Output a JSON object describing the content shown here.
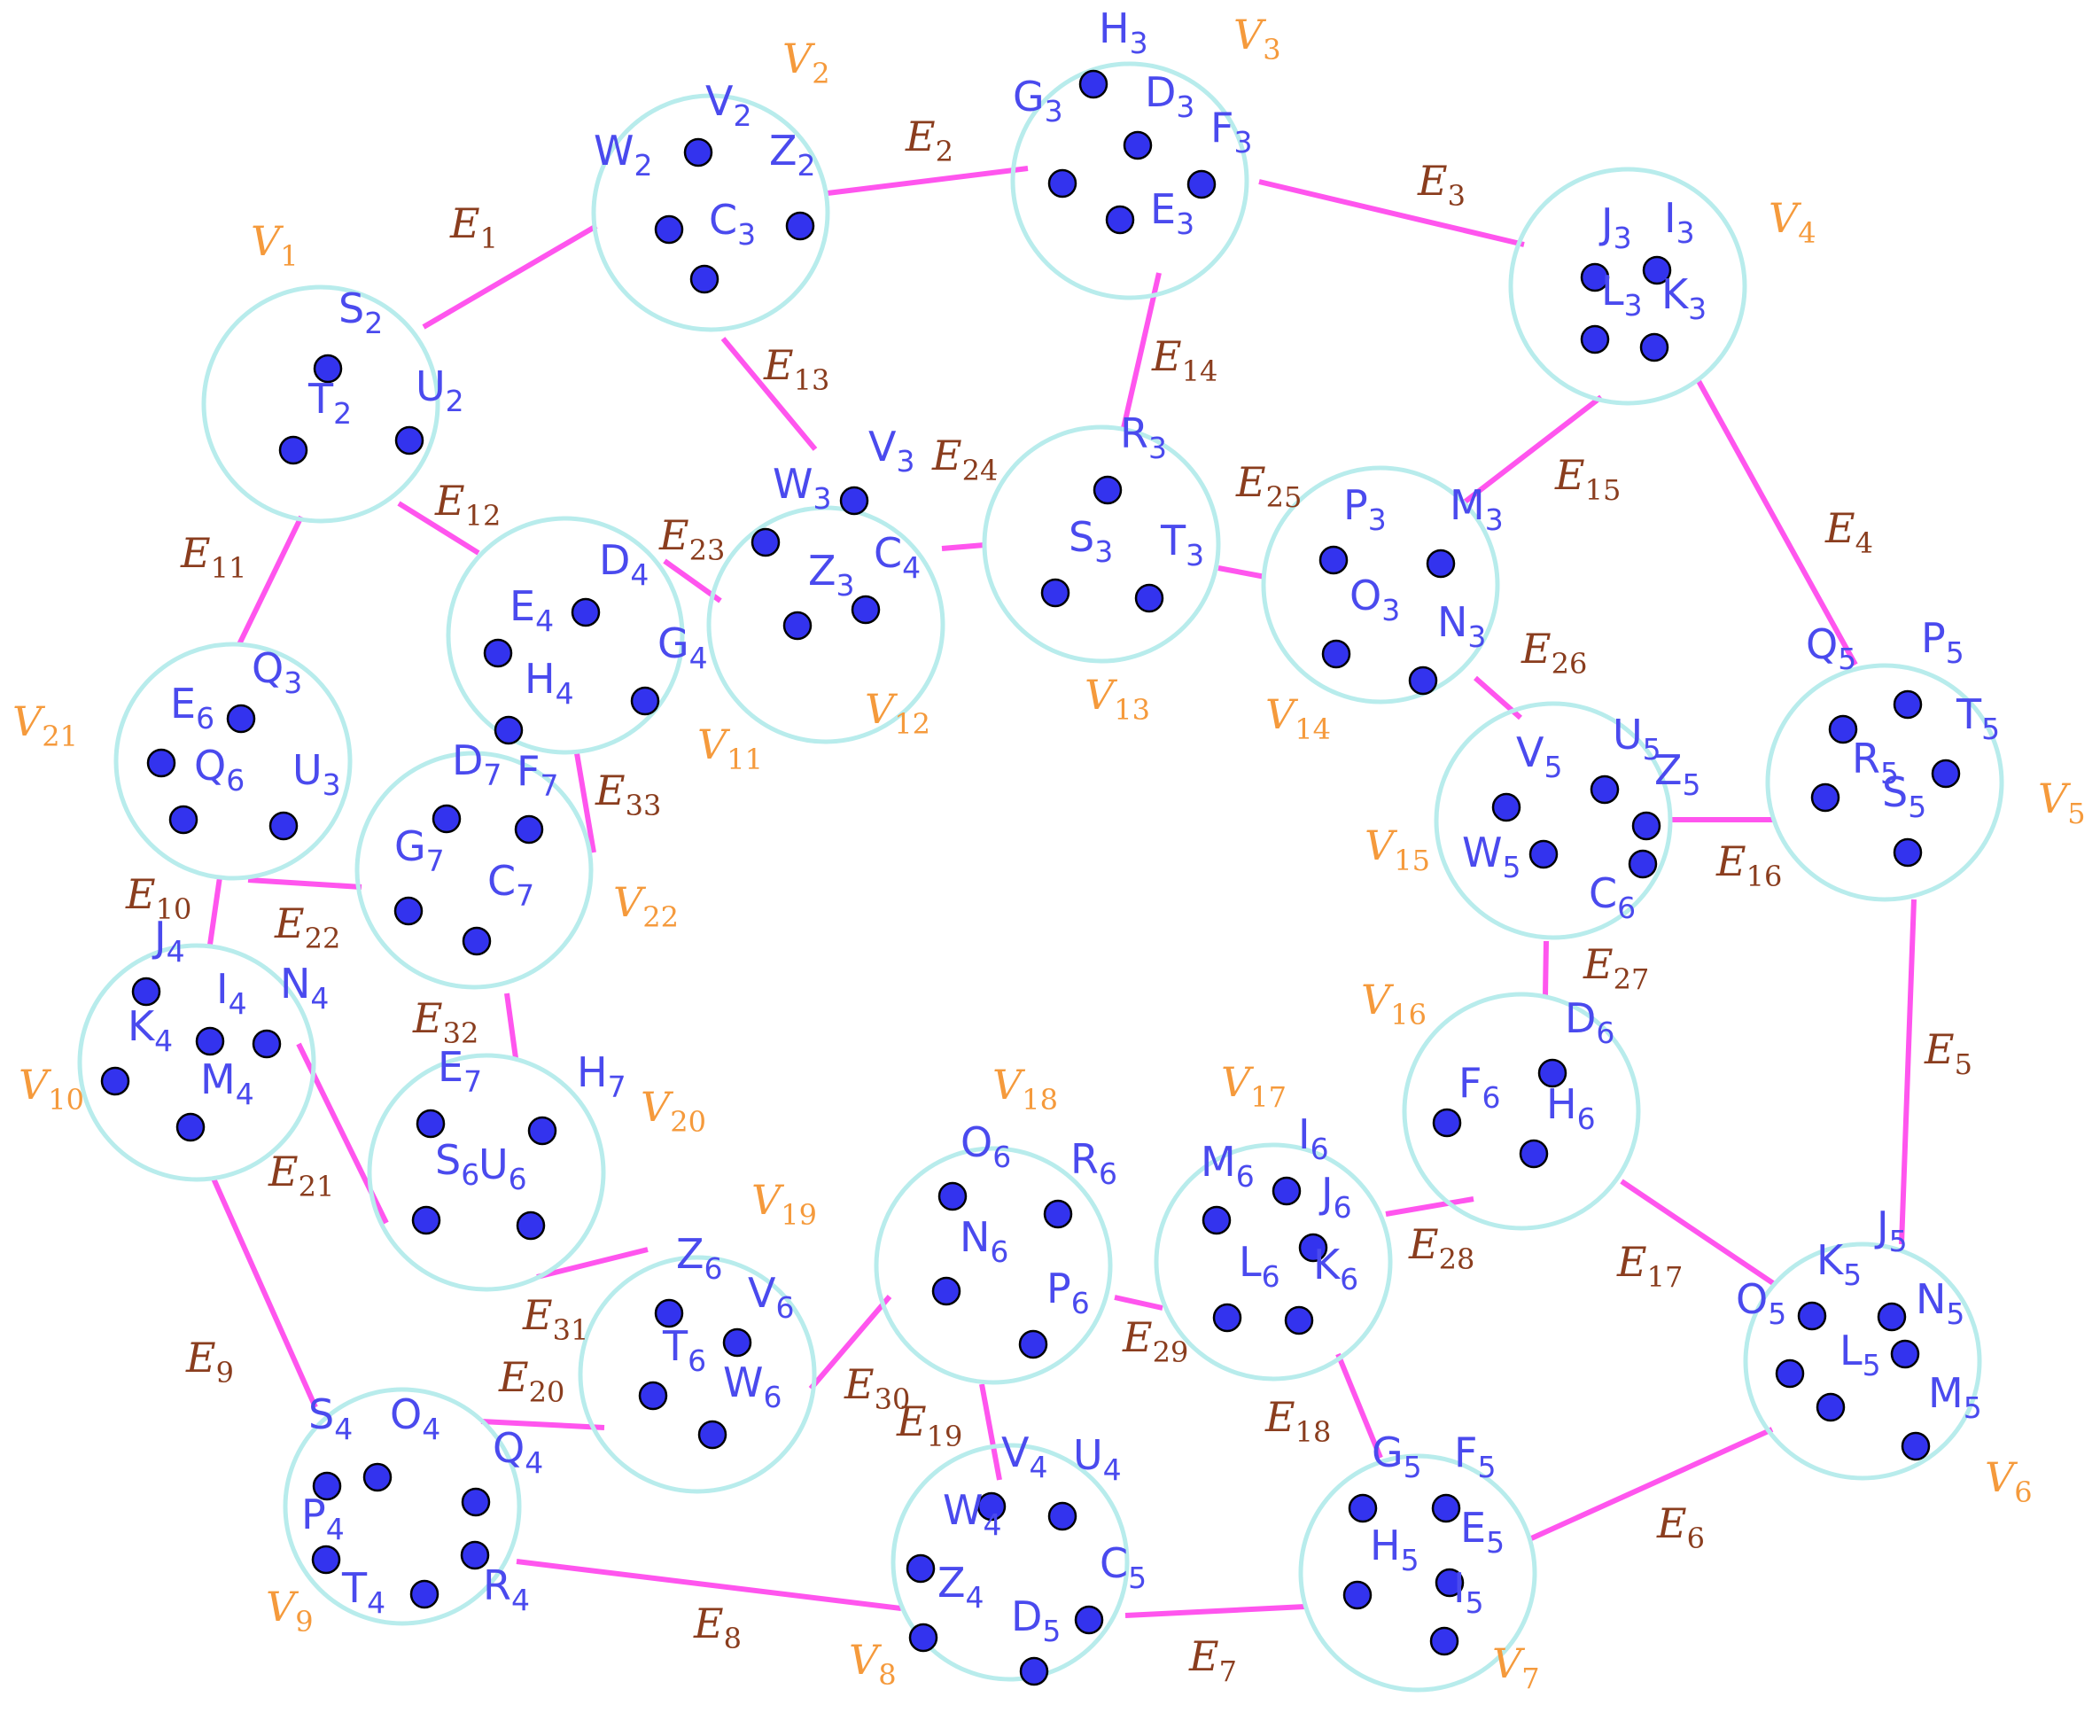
{
  "colors": {
    "edge": "#ff55ee",
    "circle": "#b8ecec",
    "dot": "#3333ee",
    "node_label": "#4a4aee",
    "vertex_label": "#f59a3c",
    "edge_label": "#8a3d1e"
  },
  "vertices": [
    {
      "id": "V1",
      "label": "V",
      "sub": "1",
      "nodes": [
        {
          "letter": "S",
          "sub": "2"
        },
        {
          "letter": "T",
          "sub": "2"
        },
        {
          "letter": "U",
          "sub": "2"
        }
      ]
    },
    {
      "id": "V2",
      "label": "V",
      "sub": "2",
      "nodes": [
        {
          "letter": "V",
          "sub": "2"
        },
        {
          "letter": "W",
          "sub": "2"
        },
        {
          "letter": "Z",
          "sub": "2"
        },
        {
          "letter": "C",
          "sub": "3"
        }
      ]
    },
    {
      "id": "V3",
      "label": "V",
      "sub": "3",
      "nodes": [
        {
          "letter": "H",
          "sub": "3"
        },
        {
          "letter": "G",
          "sub": "3"
        },
        {
          "letter": "D",
          "sub": "3"
        },
        {
          "letter": "F",
          "sub": "3"
        },
        {
          "letter": "E",
          "sub": "3"
        }
      ]
    },
    {
      "id": "V4",
      "label": "V",
      "sub": "4",
      "nodes": [
        {
          "letter": "J",
          "sub": "3"
        },
        {
          "letter": "I",
          "sub": "3"
        },
        {
          "letter": "L",
          "sub": "3"
        },
        {
          "letter": "K",
          "sub": "3"
        }
      ]
    },
    {
      "id": "V5",
      "label": "V",
      "sub": "5",
      "nodes": [
        {
          "letter": "Q",
          "sub": "5"
        },
        {
          "letter": "P",
          "sub": "5"
        },
        {
          "letter": "T",
          "sub": "5"
        },
        {
          "letter": "R",
          "sub": "5"
        },
        {
          "letter": "S",
          "sub": "5"
        }
      ]
    },
    {
      "id": "V6",
      "label": "V",
      "sub": "6",
      "nodes": [
        {
          "letter": "K",
          "sub": "5"
        },
        {
          "letter": "J",
          "sub": "5"
        },
        {
          "letter": "N",
          "sub": "5"
        },
        {
          "letter": "O",
          "sub": "5"
        },
        {
          "letter": "L",
          "sub": "5"
        },
        {
          "letter": "M",
          "sub": "5"
        }
      ]
    },
    {
      "id": "V7",
      "label": "V",
      "sub": "7",
      "nodes": [
        {
          "letter": "G",
          "sub": "5"
        },
        {
          "letter": "F",
          "sub": "5"
        },
        {
          "letter": "H",
          "sub": "5"
        },
        {
          "letter": "E",
          "sub": "5"
        },
        {
          "letter": "I",
          "sub": "5"
        }
      ]
    },
    {
      "id": "V8",
      "label": "V",
      "sub": "8",
      "nodes": [
        {
          "letter": "V",
          "sub": "4"
        },
        {
          "letter": "U",
          "sub": "4"
        },
        {
          "letter": "W",
          "sub": "4"
        },
        {
          "letter": "C",
          "sub": "5"
        },
        {
          "letter": "Z",
          "sub": "4"
        },
        {
          "letter": "D",
          "sub": "5"
        }
      ]
    },
    {
      "id": "V9",
      "label": "V",
      "sub": "9",
      "nodes": [
        {
          "letter": "S",
          "sub": "4"
        },
        {
          "letter": "O",
          "sub": "4"
        },
        {
          "letter": "Q",
          "sub": "4"
        },
        {
          "letter": "P",
          "sub": "4"
        },
        {
          "letter": "R",
          "sub": "4"
        },
        {
          "letter": "T",
          "sub": "4"
        }
      ]
    },
    {
      "id": "V10",
      "label": "V",
      "sub": "10",
      "nodes": [
        {
          "letter": "J",
          "sub": "4"
        },
        {
          "letter": "I",
          "sub": "4"
        },
        {
          "letter": "N",
          "sub": "4"
        },
        {
          "letter": "K",
          "sub": "4"
        },
        {
          "letter": "M",
          "sub": "4"
        }
      ]
    },
    {
      "id": "V11",
      "label": "V",
      "sub": "11",
      "nodes": [
        {
          "letter": "D",
          "sub": "4"
        },
        {
          "letter": "E",
          "sub": "4"
        },
        {
          "letter": "G",
          "sub": "4"
        },
        {
          "letter": "H",
          "sub": "4"
        }
      ]
    },
    {
      "id": "V12",
      "label": "V",
      "sub": "12",
      "nodes": [
        {
          "letter": "V",
          "sub": "3"
        },
        {
          "letter": "W",
          "sub": "3"
        },
        {
          "letter": "C",
          "sub": "4"
        },
        {
          "letter": "Z",
          "sub": "3"
        }
      ]
    },
    {
      "id": "V13",
      "label": "V",
      "sub": "13",
      "nodes": [
        {
          "letter": "R",
          "sub": "3"
        },
        {
          "letter": "S",
          "sub": "3"
        },
        {
          "letter": "T",
          "sub": "3"
        }
      ]
    },
    {
      "id": "V14",
      "label": "V",
      "sub": "14",
      "nodes": [
        {
          "letter": "P",
          "sub": "3"
        },
        {
          "letter": "M",
          "sub": "3"
        },
        {
          "letter": "O",
          "sub": "3"
        },
        {
          "letter": "N",
          "sub": "3"
        }
      ]
    },
    {
      "id": "V15",
      "label": "V",
      "sub": "15",
      "nodes": [
        {
          "letter": "V",
          "sub": "5"
        },
        {
          "letter": "U",
          "sub": "5"
        },
        {
          "letter": "Z",
          "sub": "5"
        },
        {
          "letter": "W",
          "sub": "5"
        },
        {
          "letter": "C",
          "sub": "6"
        }
      ]
    },
    {
      "id": "V16",
      "label": "V",
      "sub": "16",
      "nodes": [
        {
          "letter": "D",
          "sub": "6"
        },
        {
          "letter": "F",
          "sub": "6"
        },
        {
          "letter": "H",
          "sub": "6"
        }
      ]
    },
    {
      "id": "V17",
      "label": "V",
      "sub": "17",
      "nodes": [
        {
          "letter": "I",
          "sub": "6"
        },
        {
          "letter": "M",
          "sub": "6"
        },
        {
          "letter": "J",
          "sub": "6"
        },
        {
          "letter": "L",
          "sub": "6"
        },
        {
          "letter": "K",
          "sub": "6"
        }
      ]
    },
    {
      "id": "V18",
      "label": "V",
      "sub": "18",
      "nodes": [
        {
          "letter": "O",
          "sub": "6"
        },
        {
          "letter": "R",
          "sub": "6"
        },
        {
          "letter": "N",
          "sub": "6"
        },
        {
          "letter": "P",
          "sub": "6"
        }
      ]
    },
    {
      "id": "V19",
      "label": "V",
      "sub": "19",
      "nodes": [
        {
          "letter": "Z",
          "sub": "6"
        },
        {
          "letter": "V",
          "sub": "6"
        },
        {
          "letter": "T",
          "sub": "6"
        },
        {
          "letter": "W",
          "sub": "6"
        }
      ]
    },
    {
      "id": "V20",
      "label": "V",
      "sub": "20",
      "nodes": [
        {
          "letter": "E",
          "sub": "7"
        },
        {
          "letter": "H",
          "sub": "7"
        },
        {
          "letter": "S",
          "sub": "6"
        },
        {
          "letter": "U",
          "sub": "6"
        }
      ]
    },
    {
      "id": "V21",
      "label": "V",
      "sub": "21",
      "nodes": [
        {
          "letter": "Q",
          "sub": "3"
        },
        {
          "letter": "E",
          "sub": "6"
        },
        {
          "letter": "Q",
          "sub": "6"
        },
        {
          "letter": "U",
          "sub": "3"
        }
      ]
    },
    {
      "id": "V22",
      "label": "V",
      "sub": "22",
      "nodes": [
        {
          "letter": "D",
          "sub": "7"
        },
        {
          "letter": "F",
          "sub": "7"
        },
        {
          "letter": "G",
          "sub": "7"
        },
        {
          "letter": "C",
          "sub": "7"
        }
      ]
    }
  ],
  "edges": [
    {
      "id": "E1",
      "label": "E",
      "sub": "1",
      "from": "V1",
      "to": "V2"
    },
    {
      "id": "E2",
      "label": "E",
      "sub": "2",
      "from": "V2",
      "to": "V3"
    },
    {
      "id": "E3",
      "label": "E",
      "sub": "3",
      "from": "V3",
      "to": "V4"
    },
    {
      "id": "E4",
      "label": "E",
      "sub": "4",
      "from": "V4",
      "to": "V5"
    },
    {
      "id": "E5",
      "label": "E",
      "sub": "5",
      "from": "V5",
      "to": "V6"
    },
    {
      "id": "E6",
      "label": "E",
      "sub": "6",
      "from": "V6",
      "to": "V7"
    },
    {
      "id": "E7",
      "label": "E",
      "sub": "7",
      "from": "V7",
      "to": "V8"
    },
    {
      "id": "E8",
      "label": "E",
      "sub": "8",
      "from": "V8",
      "to": "V9"
    },
    {
      "id": "E9",
      "label": "E",
      "sub": "9",
      "from": "V9",
      "to": "V10"
    },
    {
      "id": "E10",
      "label": "E",
      "sub": "10",
      "from": "V10",
      "to": "V21"
    },
    {
      "id": "E11",
      "label": "E",
      "sub": "11",
      "from": "V21",
      "to": "V1"
    },
    {
      "id": "E12",
      "label": "E",
      "sub": "12",
      "from": "V1",
      "to": "V11"
    },
    {
      "id": "E13",
      "label": "E",
      "sub": "13",
      "from": "V2",
      "to": "V12"
    },
    {
      "id": "E14",
      "label": "E",
      "sub": "14",
      "from": "V3",
      "to": "V13"
    },
    {
      "id": "E15",
      "label": "E",
      "sub": "15",
      "from": "V4",
      "to": "V14"
    },
    {
      "id": "E16",
      "label": "E",
      "sub": "16",
      "from": "V5",
      "to": "V15"
    },
    {
      "id": "E17",
      "label": "E",
      "sub": "17",
      "from": "V6",
      "to": "V16"
    },
    {
      "id": "E18",
      "label": "E",
      "sub": "18",
      "from": "V7",
      "to": "V17"
    },
    {
      "id": "E19",
      "label": "E",
      "sub": "19",
      "from": "V8",
      "to": "V18"
    },
    {
      "id": "E20",
      "label": "E",
      "sub": "20",
      "from": "V9",
      "to": "V19"
    },
    {
      "id": "E21",
      "label": "E",
      "sub": "21",
      "from": "V10",
      "to": "V20"
    },
    {
      "id": "E22",
      "label": "E",
      "sub": "22",
      "from": "V21",
      "to": "V22"
    },
    {
      "id": "E23",
      "label": "E",
      "sub": "23",
      "from": "V11",
      "to": "V12"
    },
    {
      "id": "E24",
      "label": "E",
      "sub": "24",
      "from": "V12",
      "to": "V13"
    },
    {
      "id": "E25",
      "label": "E",
      "sub": "25",
      "from": "V13",
      "to": "V14"
    },
    {
      "id": "E26",
      "label": "E",
      "sub": "26",
      "from": "V14",
      "to": "V15"
    },
    {
      "id": "E27",
      "label": "E",
      "sub": "27",
      "from": "V15",
      "to": "V16"
    },
    {
      "id": "E28",
      "label": "E",
      "sub": "28",
      "from": "V16",
      "to": "V17"
    },
    {
      "id": "E29",
      "label": "E",
      "sub": "29",
      "from": "V17",
      "to": "V18"
    },
    {
      "id": "E30",
      "label": "E",
      "sub": "30",
      "from": "V18",
      "to": "V19"
    },
    {
      "id": "E31",
      "label": "E",
      "sub": "31",
      "from": "V19",
      "to": "V20"
    },
    {
      "id": "E32",
      "label": "E",
      "sub": "32",
      "from": "V20",
      "to": "V22"
    },
    {
      "id": "E33",
      "label": "E",
      "sub": "33",
      "from": "V22",
      "to": "V11"
    }
  ]
}
